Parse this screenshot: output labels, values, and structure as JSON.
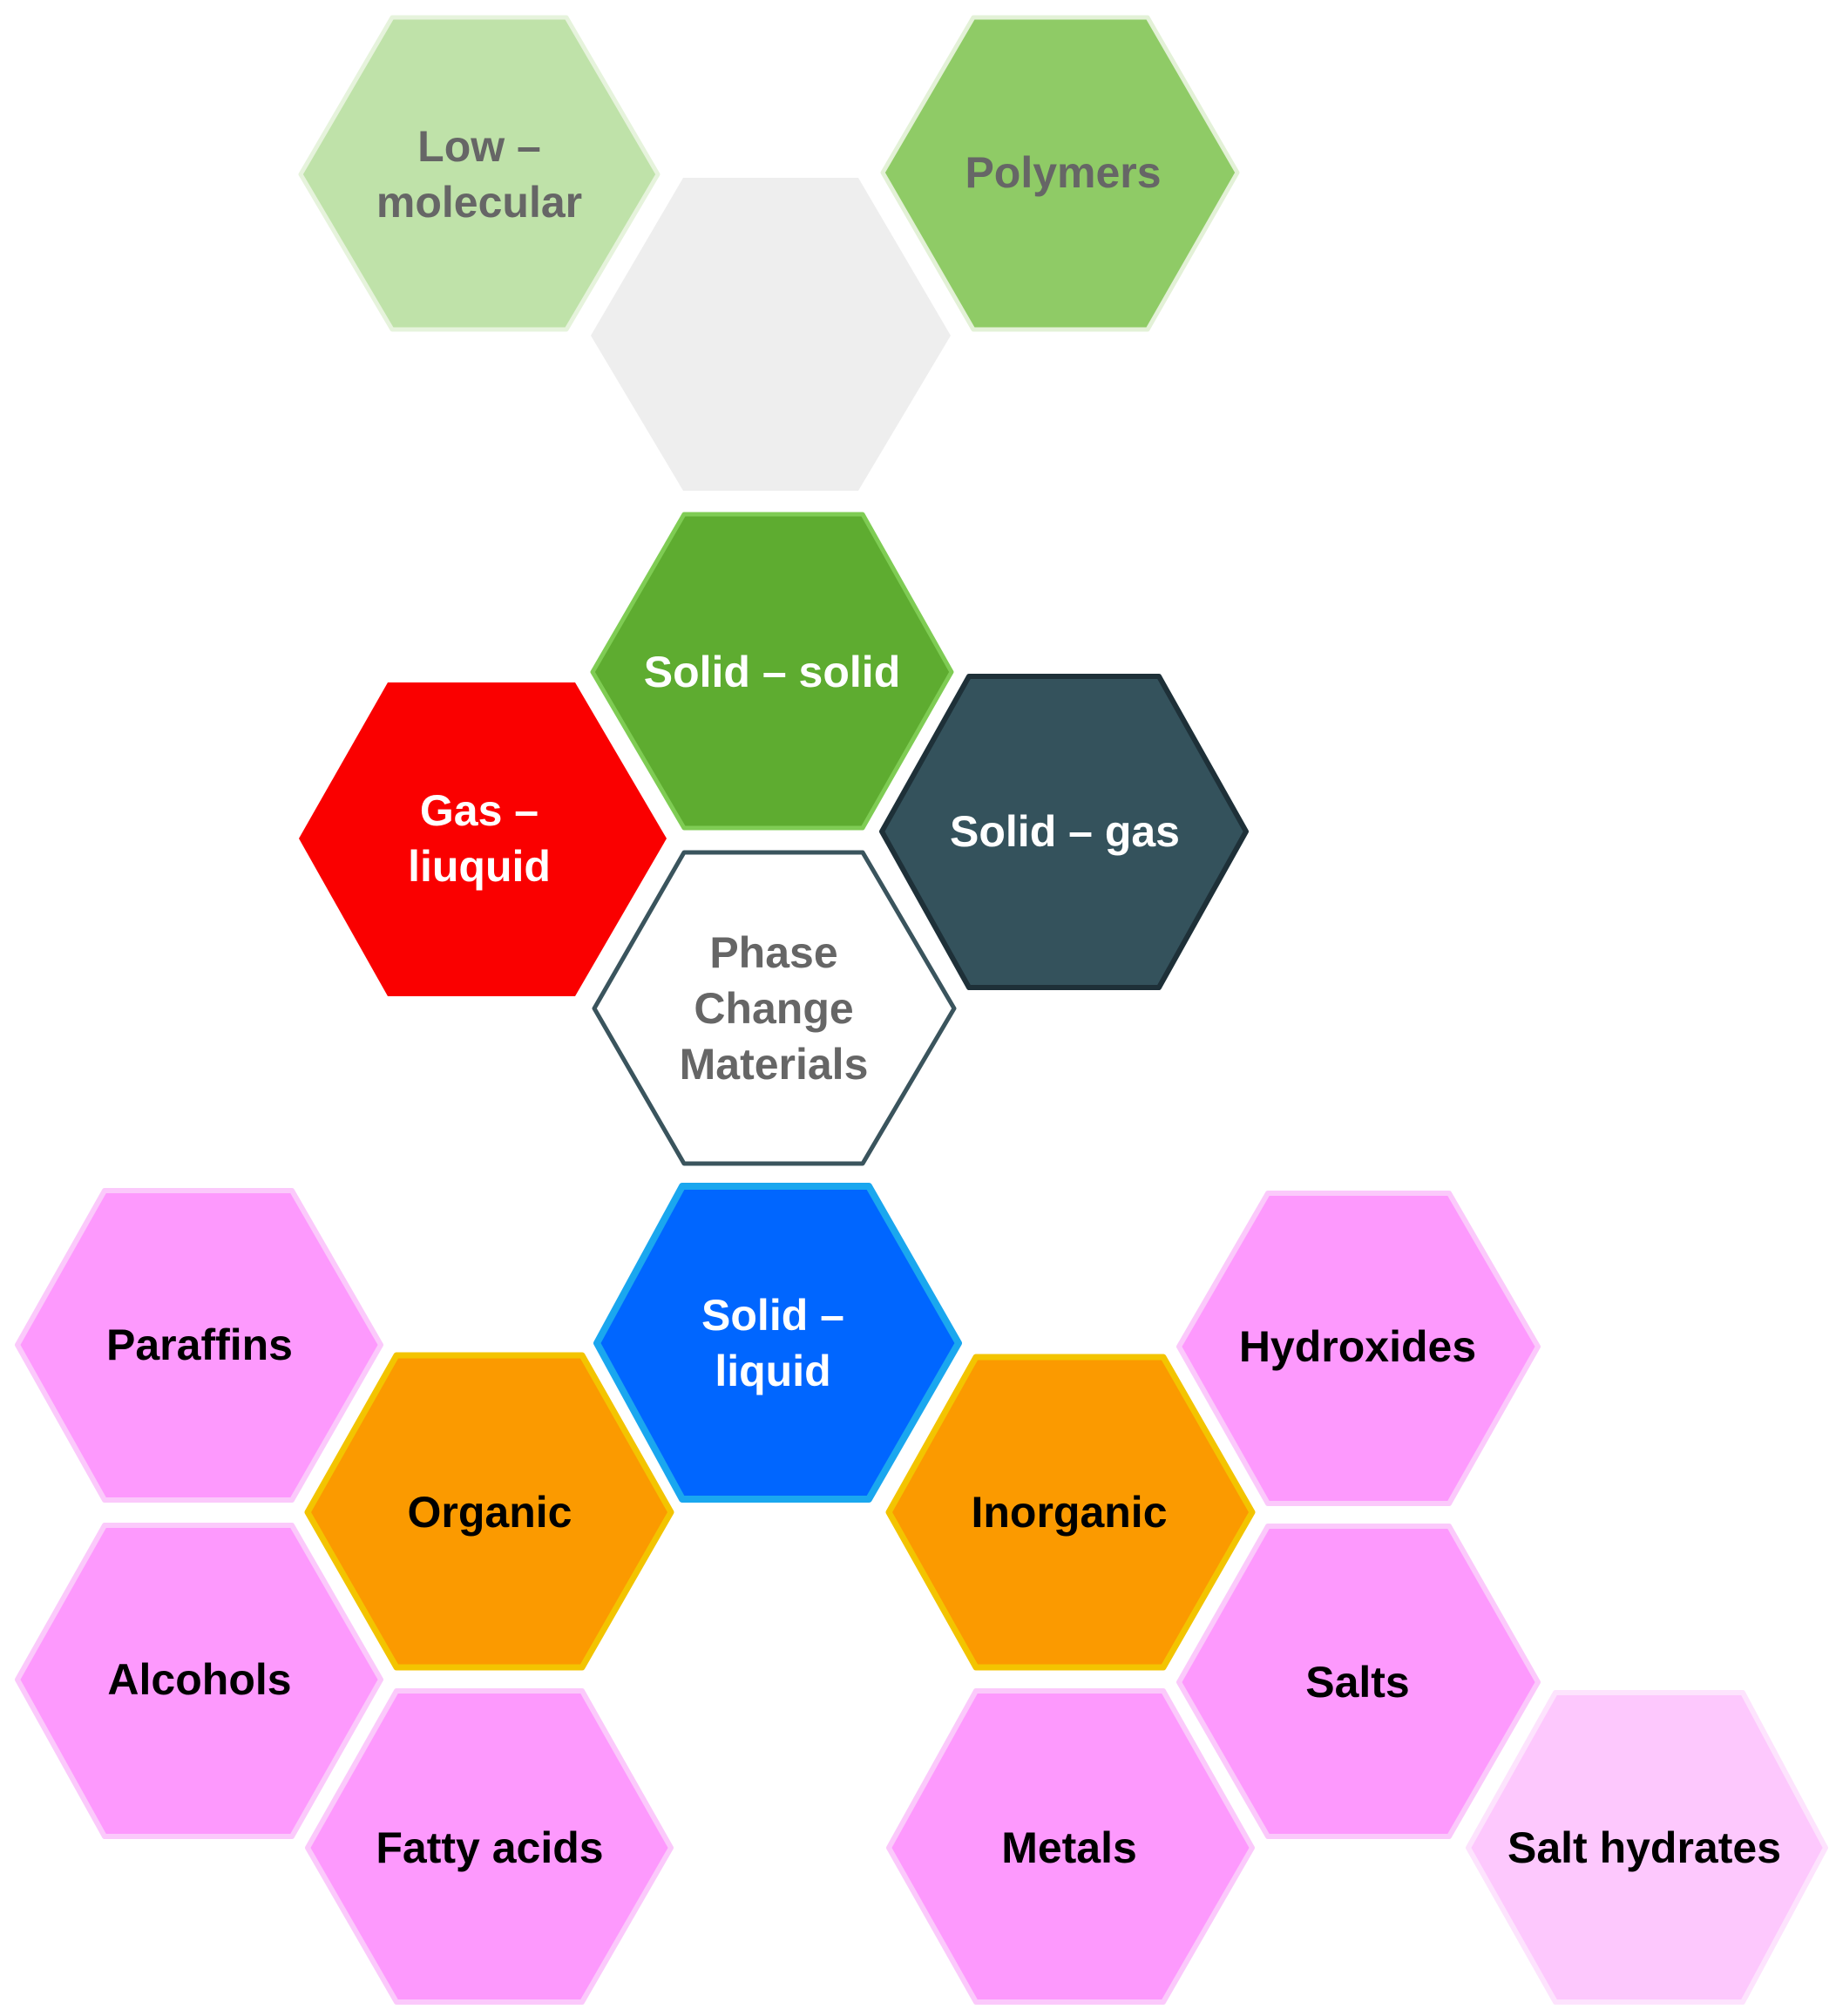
{
  "diagram": {
    "center": {
      "lines": [
        "Phase",
        "Change",
        "Materials"
      ]
    },
    "transitions": [
      {
        "id": "solid-solid",
        "lines": [
          "Solid – solid"
        ]
      },
      {
        "id": "gas-liquid",
        "lines": [
          "Gas –",
          "liuquid"
        ]
      },
      {
        "id": "solid-gas",
        "lines": [
          "Solid – gas"
        ]
      },
      {
        "id": "solid-liquid",
        "lines": [
          "Solid –",
          "liquid"
        ]
      }
    ],
    "solid_solid_types": [
      {
        "id": "low-molecular",
        "lines": [
          "Low –",
          "molecular"
        ]
      },
      {
        "id": "polymers",
        "lines": [
          "Polymers"
        ]
      },
      {
        "id": "empty",
        "lines": []
      }
    ],
    "solid_liquid_types": [
      {
        "id": "organic",
        "lines": [
          "Organic"
        ]
      },
      {
        "id": "inorganic",
        "lines": [
          "Inorganic"
        ]
      }
    ],
    "organic_examples": [
      {
        "id": "paraffins",
        "lines": [
          "Paraffins"
        ]
      },
      {
        "id": "alcohols",
        "lines": [
          "Alcohols"
        ]
      },
      {
        "id": "fatty-acids",
        "lines": [
          "Fatty acids"
        ]
      }
    ],
    "inorganic_examples": [
      {
        "id": "hydroxides",
        "lines": [
          "Hydroxides"
        ]
      },
      {
        "id": "salts",
        "lines": [
          "Salts"
        ]
      },
      {
        "id": "metals",
        "lines": [
          "Metals"
        ]
      },
      {
        "id": "salt-hydrates",
        "lines": [
          "Salt hydrates"
        ]
      }
    ]
  },
  "colors": {
    "low_molecular": "#bfe2a9",
    "polymers": "#8fcb66",
    "empty": "#eeeeee",
    "solid_solid": "#5eac30",
    "gas_liquid": "#fa0000",
    "solid_gas": "#34525c",
    "center_fill": "#ffffff",
    "center_stroke": "#3a545d",
    "center_text": "#666666",
    "solid_liquid": "#0066ff",
    "solid_liquid_border": "#1aa7ef",
    "organic_inorganic": "#fb9a00",
    "organic_inorganic_border": "#f3c400",
    "pink": "#fd99fd",
    "pink_light": "#fdc8fd",
    "text_dark": "#000000",
    "text_light": "#ffffff",
    "text_gray": "#666666"
  }
}
